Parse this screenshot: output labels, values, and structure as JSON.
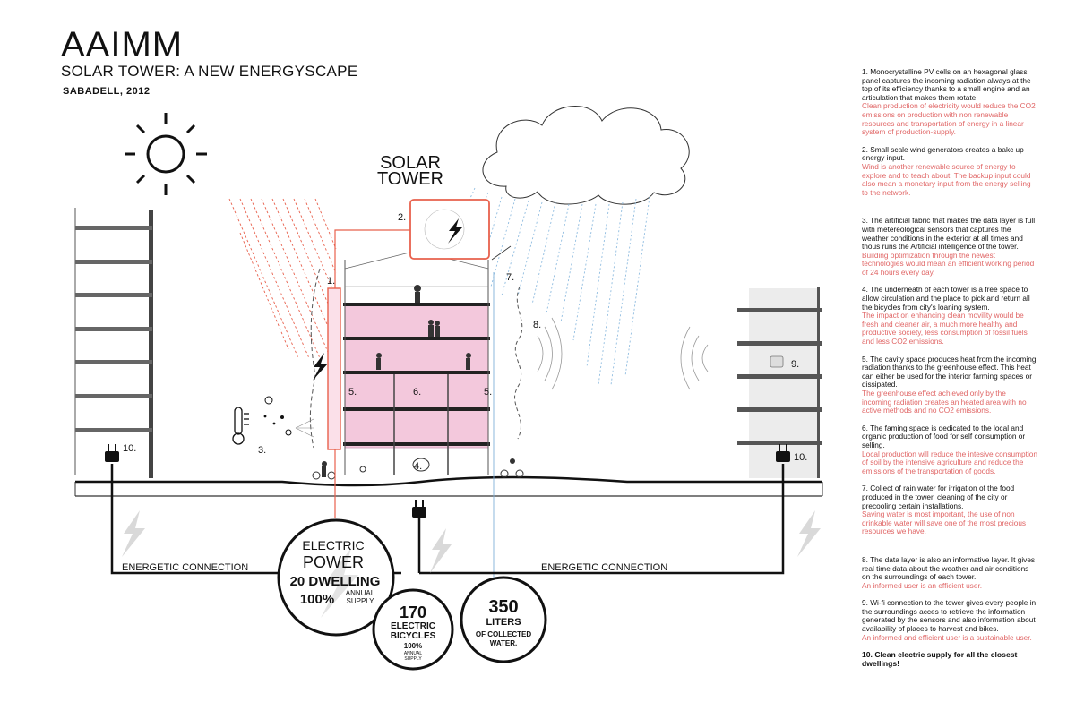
{
  "header": {
    "title": "AAIMM",
    "subtitle": "SOLAR TOWER: A NEW ENERGYSCAPE",
    "place": "SABADELL, 2012"
  },
  "diagram": {
    "tower_label": [
      "SOLAR",
      "TOWER"
    ],
    "numbers": {
      "n1": "1.",
      "n2": "2.",
      "n3": "3.",
      "n4": "4.",
      "n5a": "5.",
      "n5b": "5.",
      "n6": "6.",
      "n7": "7.",
      "n8": "8.",
      "n9": "9.",
      "n10a": "10.",
      "n10b": "10."
    },
    "connection_left": "ENERGETIC CONNECTION",
    "connection_right": "ENERGETIC CONNECTION",
    "power": {
      "line1": "ELECTRIC",
      "line2": "POWER",
      "line3": "20 DWELLING",
      "pct": "100%",
      "annual": "ANNUAL",
      "supply": "SUPPLY"
    },
    "bicycles": {
      "count": "170",
      "line1": "ELECTRIC",
      "line2": "BICYCLES",
      "pct": "100%",
      "annual": "ANNUAL",
      "supply": "SUPPLY"
    },
    "water": {
      "count": "350",
      "line1": "LITERS",
      "line2": "OF COLLECTED",
      "line3": "WATER."
    },
    "colors": {
      "accent_red": "#e8604c",
      "pink_fill": "#f3c8dc",
      "notes_red": "#e06666"
    }
  },
  "notes": [
    {
      "text": "1. Monocrystalline PV cells on an hexagonal glass panel captures the incoming radiation always at the top of its efficiency thanks to a small engine and an articulation that makes them rotate.",
      "red": "Clean production of electricity would reduce the CO2 emissions on production with non renewable resources and transportation of energy in a linear system of production-supply."
    },
    {
      "text": "2. Small scale wind generators creates a bakc up energy input.",
      "red": "Wind is another renewable source of energy to explore and to teach about. The backup input could also mean a monetary input from the energy selling to the network."
    },
    {
      "text": "3. The artificial fabric that makes the data layer is full with metereological sensors that captures the weather conditions in the exterior at all times and thous runs the Artificial intelligence of the tower.",
      "red": "Building optimization through the newest technologies would mean an efficient working period of 24 hours every day."
    },
    {
      "text": "4. The underneath of each tower is a free space to allow circulation and the place to pick and return all the bicycles from city's loaning system.",
      "red": "The impact on enhancing clean movility would be fresh and cleaner air, a much more healthy and productive society, less consumption of fossil fuels and less CO2 emissions."
    },
    {
      "text": "5. The cavity space produces heat from the incoming radiation thanks to the greenhouse effect. This heat can either be used for the interior farming spaces or dissipated.",
      "red": "The greenhouse effect achieved only by the incoming radiation creates an heated area with no active methods and no CO2 emissions."
    },
    {
      "text": "6. The faming space is dedicated to the local and organic production of food for self consumption or selling.",
      "red": "Local production will reduce the intesive consumption of soil by the intensive agriculture and reduce the emissions of the transportation of goods."
    },
    {
      "text": "7. Collect of rain water for irrigation of the food produced in the tower, cleaning of the city or precooling certain installations.",
      "red": "Saving water is most important, the use of non drinkable water will save one of the most precious resources we have."
    },
    {
      "text": "8. The data layer is also an informative layer. It gives real time data about the weather and air conditions on the surroundings of each tower.",
      "red": "An informed user is an efficient user."
    },
    {
      "text": "9. Wi-fi connection to the tower gives every people in the surroundings acces to retrieve the information generated by the sensors and also information about availability of places to harvest and bikes.",
      "red": "An informed and efficient user is a sustainable user."
    },
    {
      "text": "10. Clean electric supply for all the closest dwellings!",
      "red": ""
    }
  ]
}
